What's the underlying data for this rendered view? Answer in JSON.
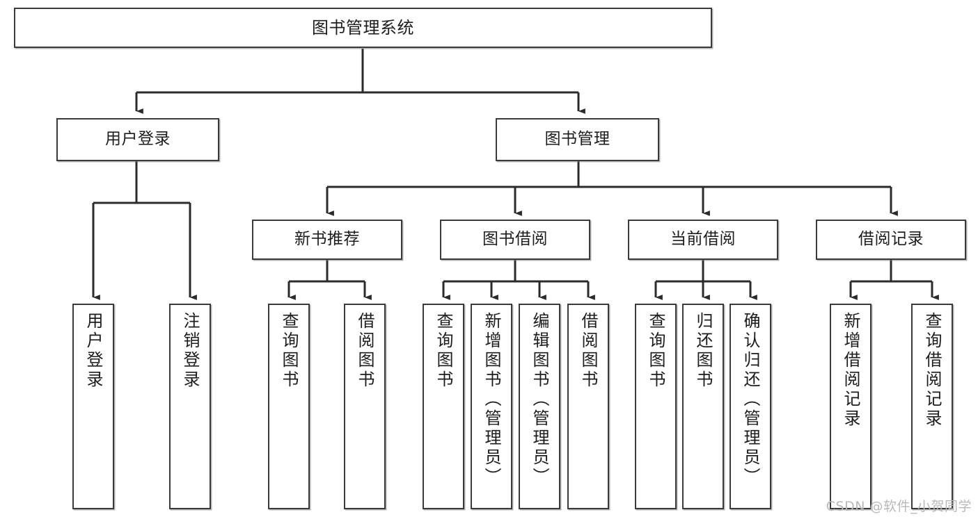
{
  "diagram": {
    "type": "tree-hierarchy-chart",
    "title": "图书管理系统",
    "watermark": "CSDN @软件_小贺同学",
    "colors": {
      "box_border": "#3a3a3a",
      "box_fill": "#ffffff",
      "connector": "#2b2b2b",
      "watermark": "#b9b9b9",
      "background": "#ffffff"
    },
    "nodes": {
      "root": {
        "label": "图书管理系统",
        "level": 1
      },
      "level2": [
        {
          "id": "user-login",
          "label": "用户登录",
          "level": 2
        },
        {
          "id": "book-management",
          "label": "图书管理",
          "level": 2
        }
      ],
      "level3": [
        {
          "id": "new-book-recommend",
          "label": "新书推荐",
          "level": 3,
          "parent": "book-management"
        },
        {
          "id": "book-borrow",
          "label": "图书借阅",
          "level": 3,
          "parent": "book-management"
        },
        {
          "id": "current-borrow",
          "label": "当前借阅",
          "level": 3,
          "parent": "book-management"
        },
        {
          "id": "borrow-record",
          "label": "借阅记录",
          "level": 3,
          "parent": "book-management"
        }
      ],
      "leaves": [
        {
          "id": "leaf-user-login",
          "label": "用户登录",
          "parent": "user-login"
        },
        {
          "id": "leaf-user-logout",
          "label": "注销登录",
          "parent": "user-login"
        },
        {
          "id": "leaf-query-book-1",
          "label": "查询图书",
          "parent": "new-book-recommend"
        },
        {
          "id": "leaf-borrow-book-1",
          "label": "借阅图书",
          "parent": "new-book-recommend"
        },
        {
          "id": "leaf-query-book-2",
          "label": "查询图书",
          "parent": "book-borrow"
        },
        {
          "id": "leaf-add-book",
          "label": "新增图书（管理员）",
          "parent": "book-borrow"
        },
        {
          "id": "leaf-edit-book",
          "label": "编辑图书（管理员）",
          "parent": "book-borrow"
        },
        {
          "id": "leaf-borrow-book-2",
          "label": "借阅图书",
          "parent": "book-borrow"
        },
        {
          "id": "leaf-query-book-3",
          "label": "查询图书",
          "parent": "current-borrow"
        },
        {
          "id": "leaf-return-book",
          "label": "归还图书",
          "parent": "current-borrow"
        },
        {
          "id": "leaf-confirm-return",
          "label": "确认归还（管理员）",
          "parent": "current-borrow"
        },
        {
          "id": "leaf-add-record",
          "label": "新增借阅记录",
          "parent": "borrow-record"
        },
        {
          "id": "leaf-query-record",
          "label": "查询借阅记录",
          "parent": "borrow-record"
        }
      ]
    }
  }
}
